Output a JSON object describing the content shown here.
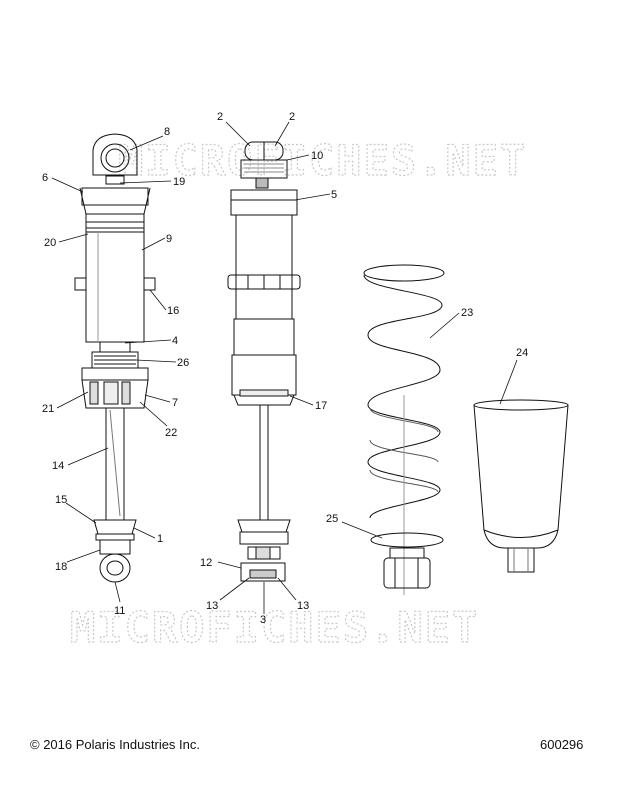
{
  "watermark_text": "MICROFICHES.NET",
  "footer": {
    "copyright": "© 2016 Polaris Industries Inc.",
    "diagram_number": "600296"
  },
  "callouts": {
    "n1": "1",
    "n2a": "2",
    "n2b": "2",
    "n3": "3",
    "n4": "4",
    "n5": "5",
    "n6": "6",
    "n7": "7",
    "n8": "8",
    "n9": "9",
    "n10": "10",
    "n11": "11",
    "n12": "12",
    "n13a": "13",
    "n13b": "13",
    "n14": "14",
    "n15": "15",
    "n16": "16",
    "n17": "17",
    "n18": "18",
    "n19": "19",
    "n20": "20",
    "n21": "21",
    "n22": "22",
    "n23": "23",
    "n24": "24",
    "n25": "25",
    "n26": "26"
  }
}
